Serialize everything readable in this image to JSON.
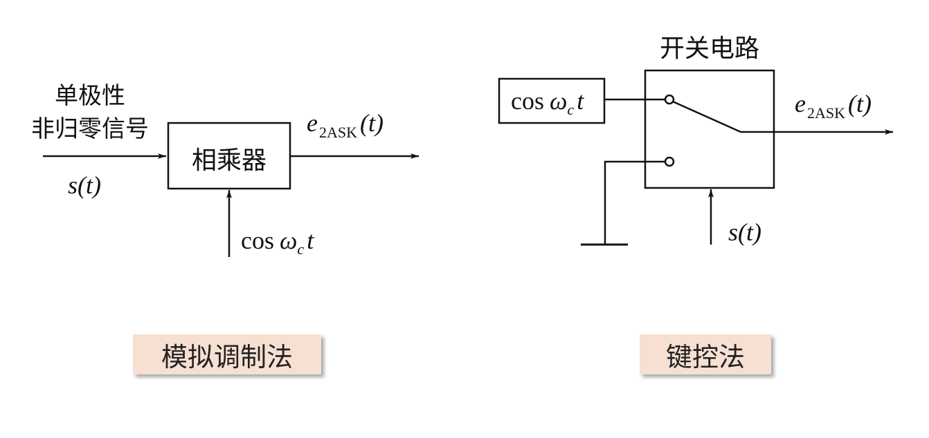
{
  "left": {
    "input_label_line1": "单极性",
    "input_label_line2": "非归零信号",
    "input_signal": "s(t)",
    "block_label": "相乘器",
    "carrier": {
      "prefix": "cos",
      "omega": "ω",
      "sub": "c",
      "var": "t"
    },
    "output": {
      "e": "e",
      "sub": "2ASK",
      "arg": "(t)"
    },
    "caption": "模拟调制法"
  },
  "right": {
    "block_title": "开关电路",
    "carrier": {
      "prefix": "cos",
      "omega": "ω",
      "sub": "c",
      "var": "t"
    },
    "output": {
      "e": "e",
      "sub": "2ASK",
      "arg": "(t)"
    },
    "control_signal": "s(t)",
    "caption": "键控法"
  }
}
